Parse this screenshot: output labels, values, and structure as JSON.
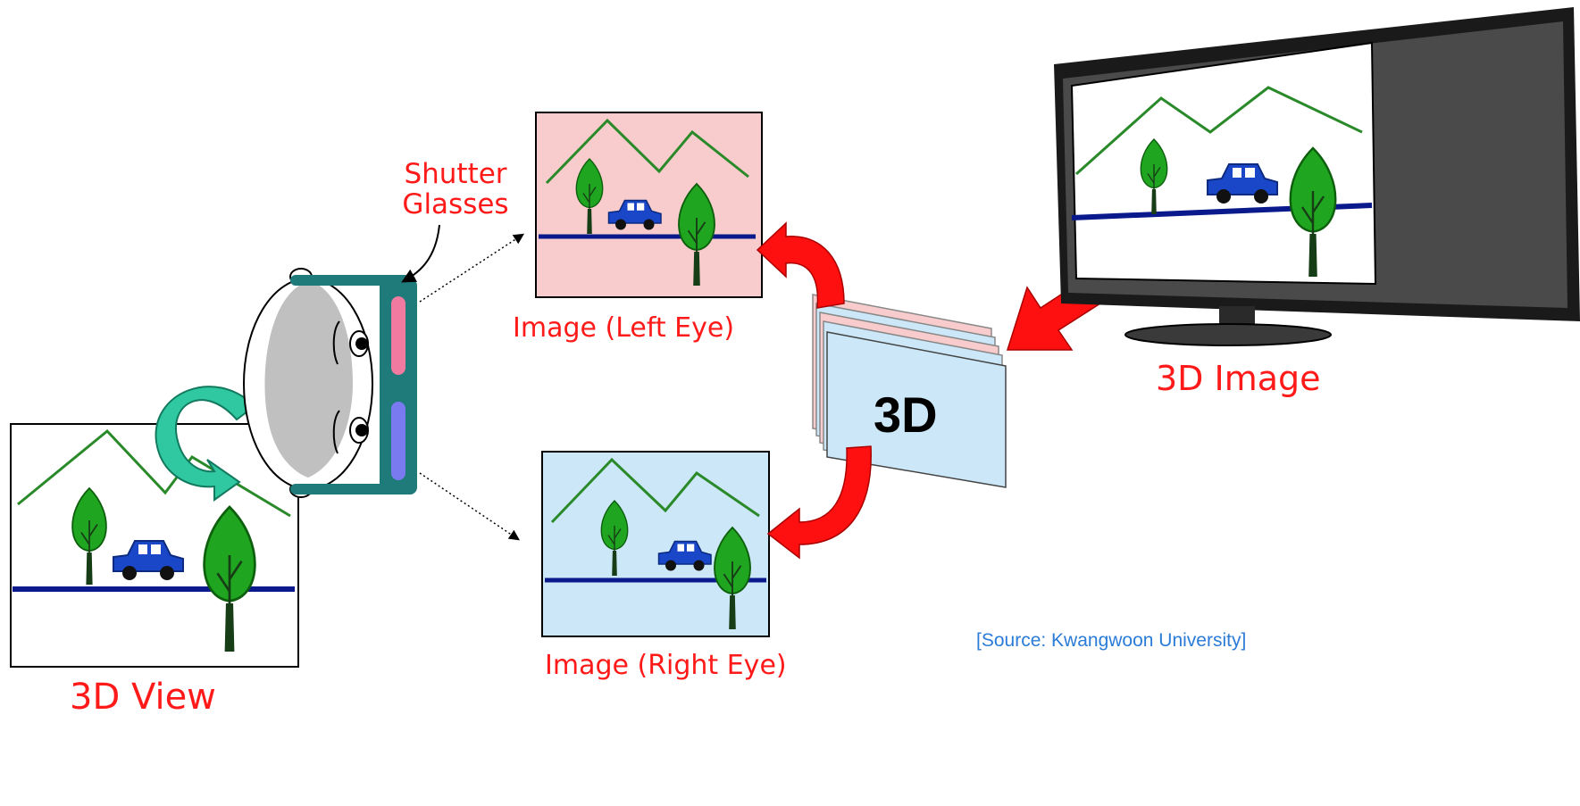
{
  "labels": {
    "shutter_glasses_line1": "Shutter",
    "shutter_glasses_line2": "Glasses",
    "left_eye": "Image (Left Eye)",
    "right_eye": "Image (Right Eye)",
    "three_d_view": "3D View",
    "three_d_image": "3D Image",
    "stack_label": "3D",
    "source": "[Source: Kwangwoon University]"
  },
  "colors": {
    "label_red": "#ff1a1a",
    "source_blue": "#2b7bd8",
    "left_frame_bg": "#f8cccc",
    "right_frame_bg": "#cce8f8",
    "ground_line": "#0a1a8c",
    "mountain": "#2a8a2a",
    "car": "#1a47c8",
    "glasses_frame": "#1f7a7a",
    "left_lens": "#f07aa0",
    "right_lens": "#7a7af0",
    "turn_arrow": "#30c8a0",
    "red_arrow": "#ff1010"
  }
}
